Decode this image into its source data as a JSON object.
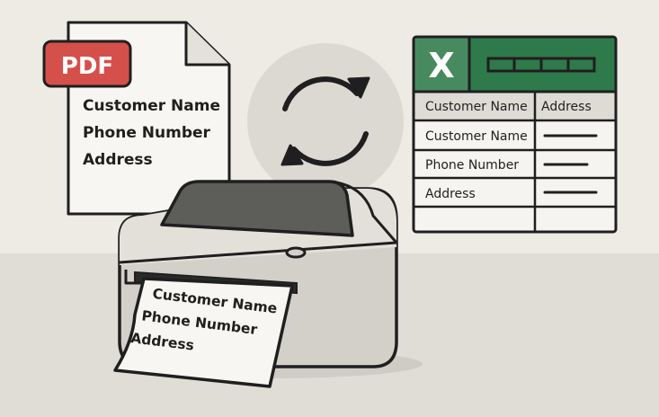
{
  "pdf_document": {
    "badge": "PDF",
    "lines": [
      "Customer Name",
      "Phone Number",
      "Address"
    ]
  },
  "spreadsheet": {
    "logo_letter": "X",
    "headers": [
      "Customer Name",
      "Address"
    ],
    "rows": [
      "Customer Name",
      "Phone Number",
      "Address"
    ]
  },
  "printed_label": {
    "lines": [
      "Customer Name",
      "Phone Number",
      "Address"
    ]
  },
  "icons": {
    "pdf_file": "pdf-document-icon",
    "sync": "sync-arrows-icon",
    "spreadsheet": "excel-spreadsheet-icon",
    "printer": "label-printer-icon"
  },
  "colors": {
    "background_wall": "#eeebe5",
    "floor": "#e0ddd7",
    "pdf_badge": "#d5504a",
    "excel_green": "#2f7a4b",
    "printer_body": "#d3d0c9",
    "printer_lid": "#5d5e5a",
    "outline": "#1f1f1f"
  }
}
